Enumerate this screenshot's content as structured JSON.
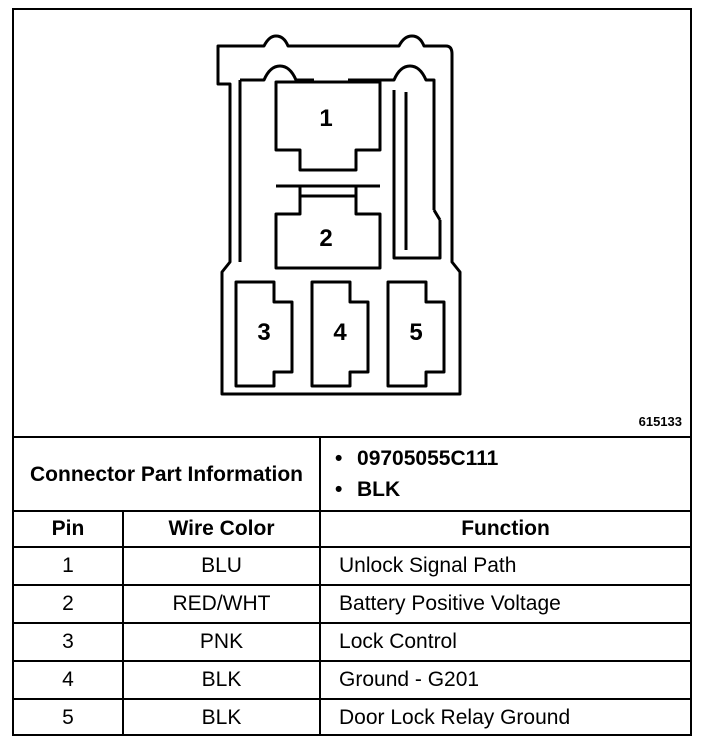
{
  "figure_id": "615133",
  "connector": {
    "pin_labels": [
      "1",
      "2",
      "3",
      "4",
      "5"
    ]
  },
  "part_info": {
    "label": "Connector Part Information",
    "part_number": "09705055C111",
    "color": "BLK"
  },
  "table": {
    "headers": [
      "Pin",
      "Wire Color",
      "Function"
    ],
    "rows": [
      {
        "pin": "1",
        "wire": "BLU",
        "function": "Unlock Signal Path"
      },
      {
        "pin": "2",
        "wire": "RED/WHT",
        "function": "Battery Positive Voltage"
      },
      {
        "pin": "3",
        "wire": "PNK",
        "function": "Lock Control"
      },
      {
        "pin": "4",
        "wire": "BLK",
        "function": "Ground - G201"
      },
      {
        "pin": "5",
        "wire": "BLK",
        "function": "Door Lock Relay Ground"
      }
    ]
  }
}
